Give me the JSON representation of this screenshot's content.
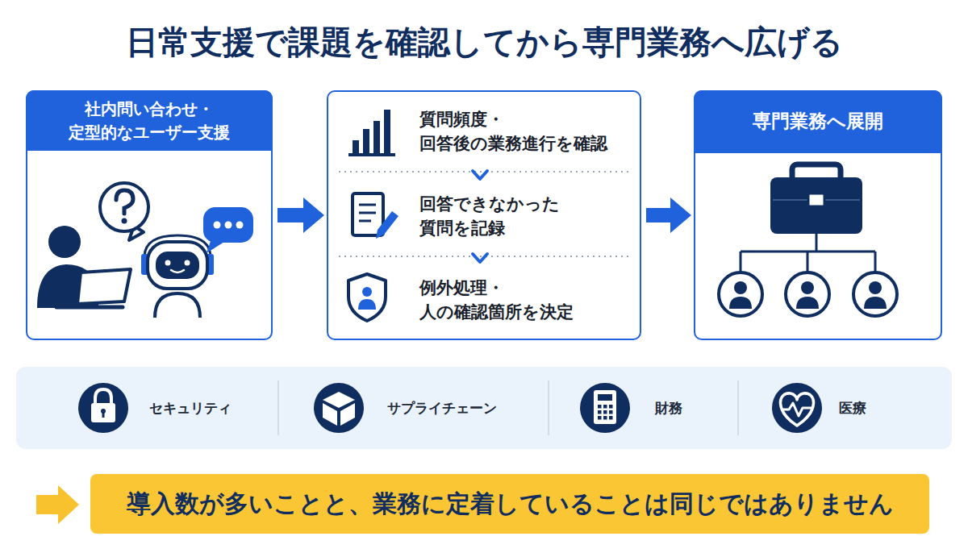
{
  "diagram": {
    "title": "日常支援で課題を確認してから専門業務へ広げる",
    "nodes": [
      {
        "text": [
          "社内問い合わせ・ 定型的なユーザー支援"
        ]
      },
      {
        "text": []
      },
      {
        "text": [
          "質問頻度・ 回答後の業務進行を確認"
        ],
        "in": 1
      },
      {
        "text": [
          "回答できなかった 質問を記録"
        ],
        "in": 1
      },
      {
        "text": [
          "例外処理・ 人の確認箇所を決定"
        ],
        "in": 1
      },
      {
        "text": [
          "専門業務へ展開"
        ]
      },
      {
        "text": [
          "セキュリティ",
          "サプライチェーン",
          "財務",
          "医療"
        ]
      },
      {
        "text": [
          "導入数が多いことと、業務に定着していることは同じではありません"
        ]
      }
    ],
    "edges": [
      {
        "from": 0,
        "to": 1,
        "arrow": "to"
      },
      {
        "from": 1,
        "to": 5,
        "arrow": "to"
      },
      {
        "from": 2,
        "to": 3,
        "arrow": "to"
      },
      {
        "from": 3,
        "to": 4,
        "arrow": "to"
      }
    ]
  }
}
